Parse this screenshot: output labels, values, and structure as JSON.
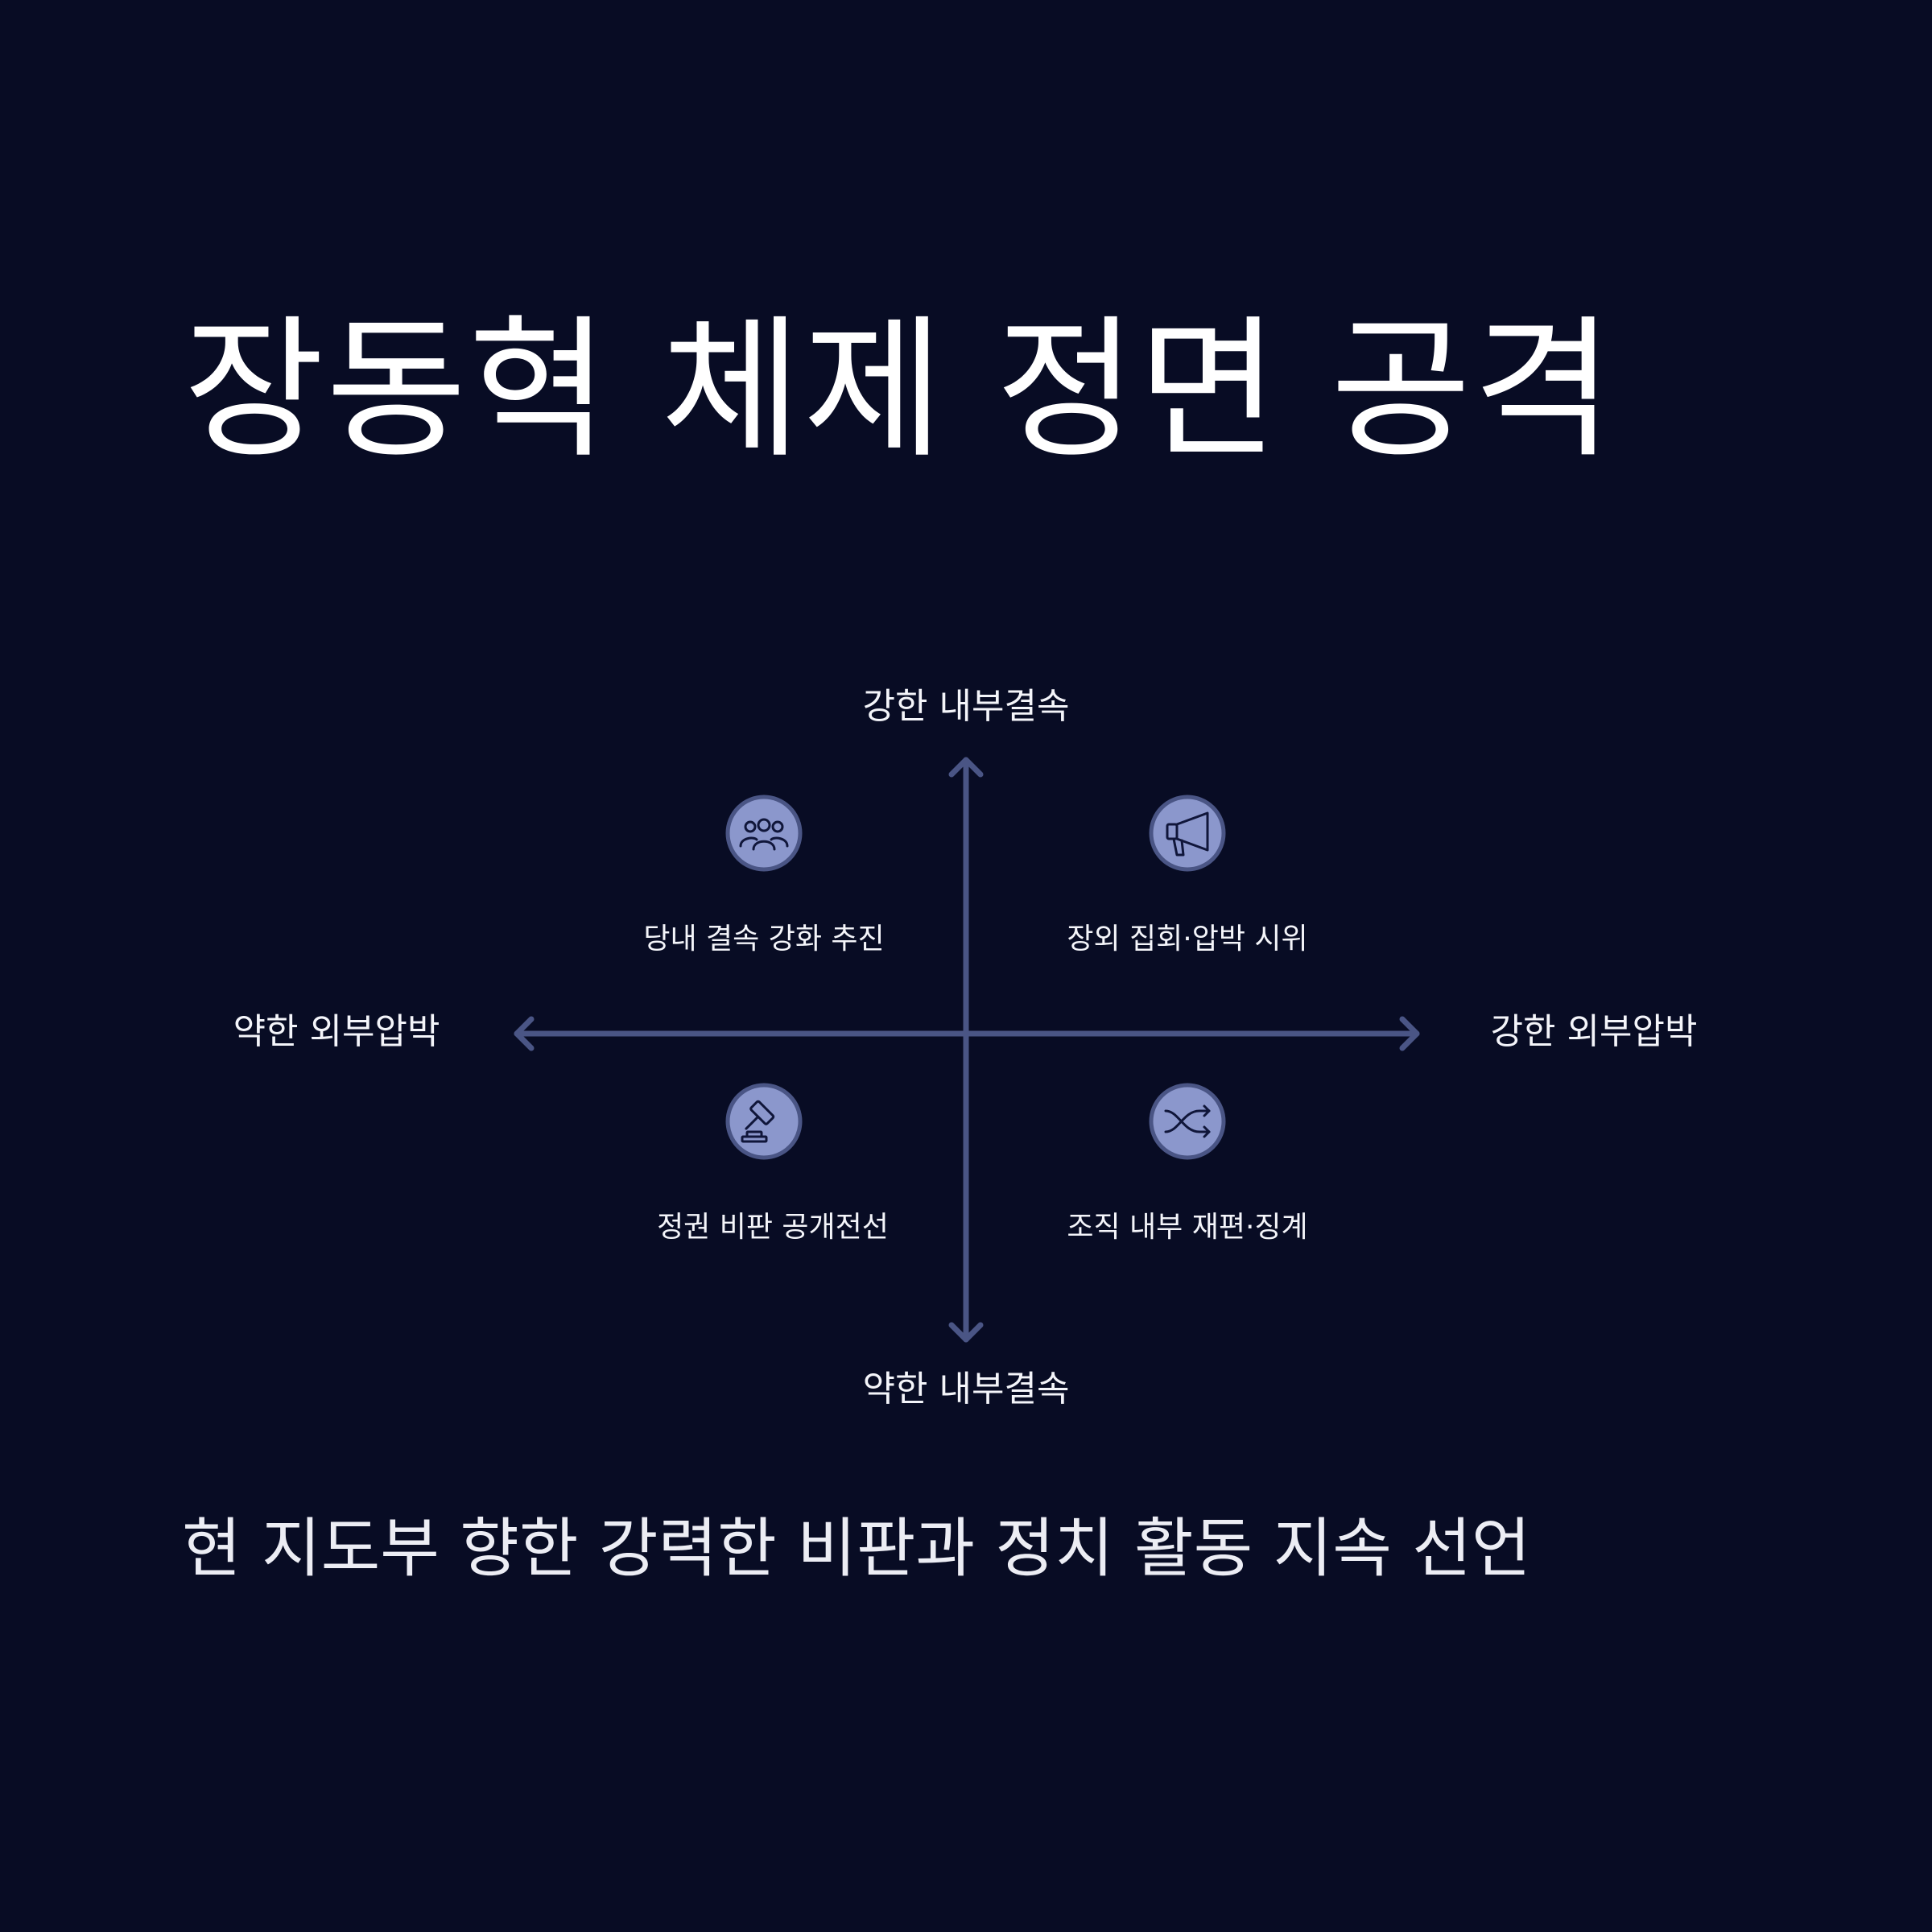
{
  "title": "장동혁 체제 정면 공격",
  "subtitle": "현 지도부 향한 강력한 비판과 정치 활동 지속 선언",
  "axes": {
    "top": "강한 내부결속",
    "bottom": "약한 내부결속",
    "left": "약한 외부압박",
    "right": "강한 외부압박"
  },
  "quadrants": {
    "top_left": {
      "label": "당내 결속 강화 추진",
      "icon": "people-group-icon"
    },
    "top_right": {
      "label": "장외 집회·압박 시위",
      "icon": "megaphone-icon"
    },
    "bottom_left": {
      "label": "정권 비판 공개전선",
      "icon": "gavel-icon"
    },
    "bottom_right": {
      "label": "조직 내부 재편·징계",
      "icon": "shuffle-icon"
    }
  },
  "colors": {
    "background": "#080c24",
    "axis": "#4a5585",
    "icon_fill": "#8b97cc",
    "icon_stroke": "#4a5585",
    "glyph": "#10163a",
    "text": "#ffffff"
  }
}
